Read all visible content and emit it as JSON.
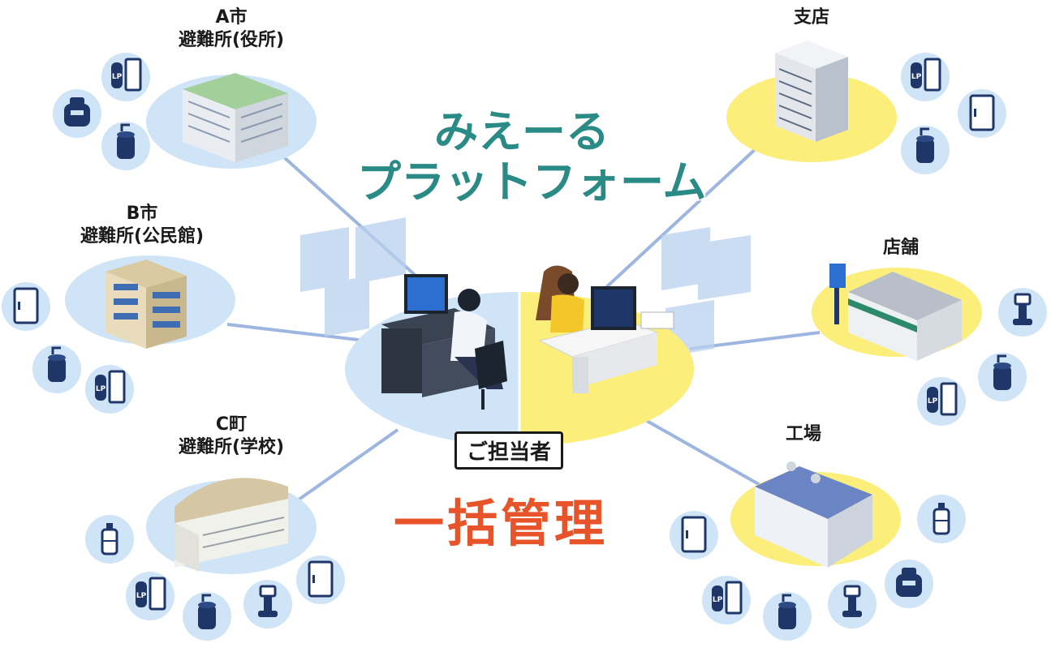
{
  "title": {
    "line1": "みえーる",
    "line2": "プラットフォーム"
  },
  "center": {
    "person_label": "ご担当者",
    "management_label": "一括管理"
  },
  "sites": [
    {
      "id": "a-city",
      "line1": "A市",
      "line2": "避難所(役所)"
    },
    {
      "id": "b-city",
      "line1": "B市",
      "line2": "避難所(公民館)"
    },
    {
      "id": "c-town",
      "line1": "C町",
      "line2": "避難所(学校)"
    },
    {
      "id": "branch",
      "line1": "支店",
      "line2": ""
    },
    {
      "id": "store",
      "line1": "店舗",
      "line2": ""
    },
    {
      "id": "factory",
      "line1": "工場",
      "line2": ""
    }
  ],
  "device_badges": {
    "lp_text": "LP"
  },
  "colors": {
    "blue_platform": "#cfe4f6",
    "yellow_platform": "#fbee7a",
    "device_bubble": "#cfe4f6",
    "device_navy": "#1f3768",
    "green_title": "#2a8a86",
    "orange_title": "#e8542a",
    "connector": "#9db6e0"
  }
}
